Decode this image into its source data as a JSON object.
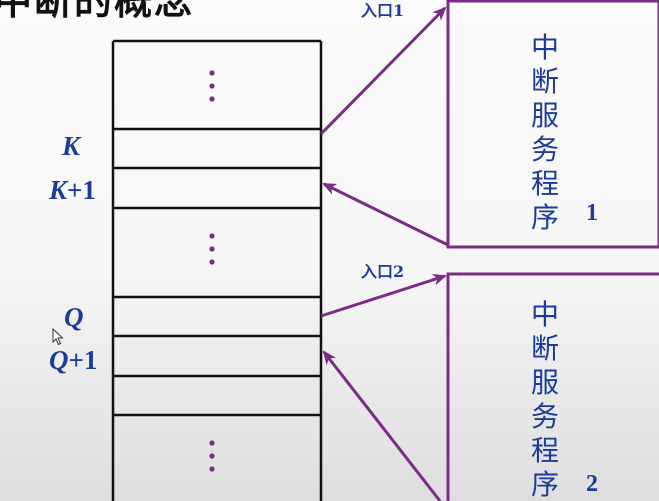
{
  "title_fragment": "中断的概念",
  "table_labels": {
    "k": {
      "letter": "K",
      "suffix": ""
    },
    "k_plus_1": {
      "letter": "K",
      "suffix": "+1"
    },
    "q": {
      "letter": "Q",
      "suffix": ""
    },
    "q_plus_1": {
      "letter": "Q",
      "suffix": "+1"
    }
  },
  "entries": {
    "entry1": "入口1",
    "entry2": "入口2"
  },
  "service_boxes": {
    "box1": {
      "text": "中断服务程序",
      "number": "1"
    },
    "box2": {
      "text": "中断服务程序",
      "number": "2"
    }
  },
  "colors": {
    "line": "#111111",
    "purple": "#7a2c86",
    "label": "#1c3c9a"
  },
  "icons": {
    "cursor": "mouse-pointer-icon",
    "ellipsis": "vertical-ellipsis-icon"
  }
}
